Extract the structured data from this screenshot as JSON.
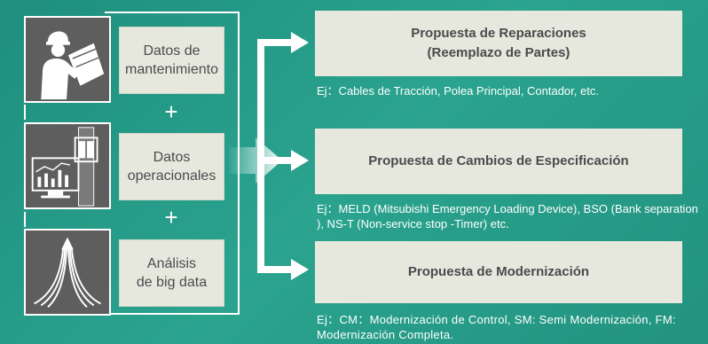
{
  "inputs": [
    {
      "icon": "maintenance-worker-icon",
      "label": "Datos de\nmantenimiento"
    },
    {
      "icon": "elevator-chart-icon",
      "label": "Datos\noperacionales"
    },
    {
      "icon": "data-flow-icon",
      "label": "Análisis\nde big data"
    }
  ],
  "plus": "+",
  "proposals": [
    {
      "title": "Propuesta de Reparaciones\n(Reemplazo de Partes)",
      "example": "Ej：Cables de Tracción, Polea Principal, Contador, etc."
    },
    {
      "title": "Propuesta de Cambios de Especificación",
      "example": "Ej：MELD (Mitsubishi Emergency Loading Device), BSO (Bank separation ), NS-T (Non-service stop -Timer) etc."
    },
    {
      "title": "Propuesta de Modernización",
      "example": "Ej：CM：Modernización de Control, SM: Semi Modernización, FM: Modernización Completa."
    }
  ],
  "colors": {
    "background": "#2aa38f",
    "box": "#e6e8de",
    "icon_bg": "#5e5e5e",
    "text": "#4b4b4b",
    "white": "#ffffff"
  }
}
